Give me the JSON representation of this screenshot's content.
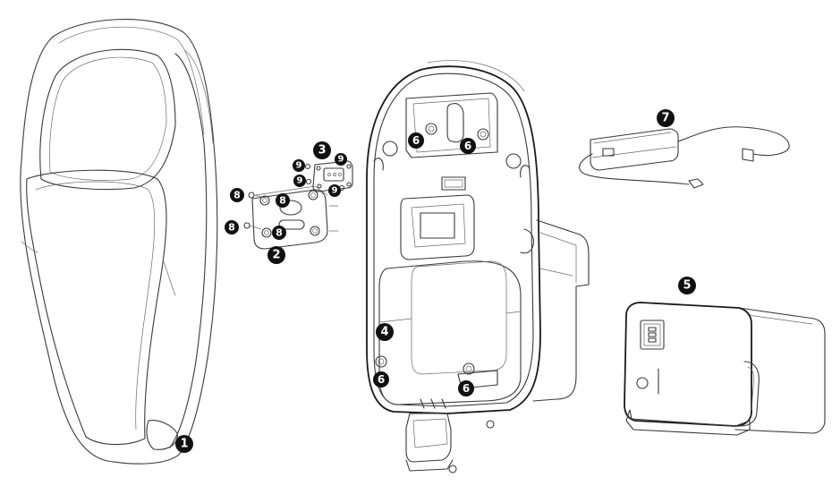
{
  "callouts": {
    "backrest": "1",
    "mounting_plate": "2",
    "connector_plate": "3",
    "seat_shell": "4",
    "battery": "5",
    "screw_6": "6",
    "charger": "7",
    "screw_8": "8",
    "screw_9": "9"
  },
  "colors": {
    "line": "#3a3a3a",
    "callout": "#111111",
    "background": "#ffffff"
  }
}
